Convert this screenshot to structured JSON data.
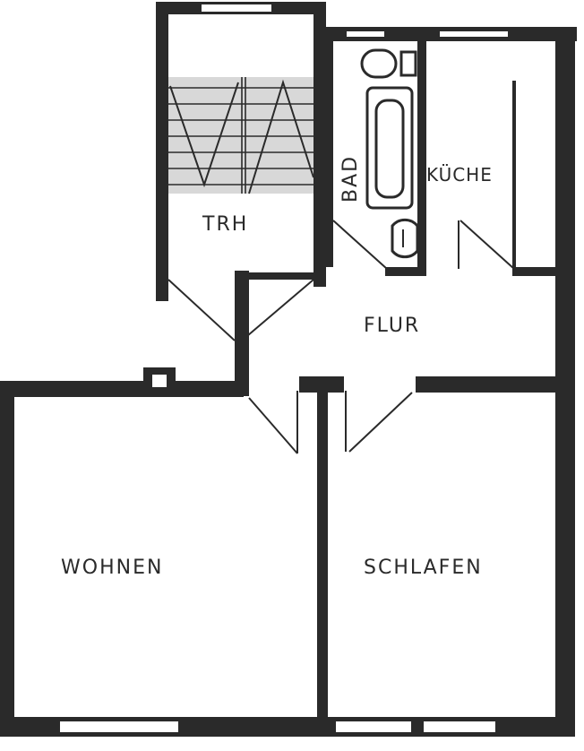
{
  "rooms": {
    "trh": "TRH",
    "bad": "BAD",
    "kueche": "KÜCHE",
    "flur": "FLUR",
    "wohnen": "WOHNEN",
    "schlafen": "SCHLAFEN"
  }
}
